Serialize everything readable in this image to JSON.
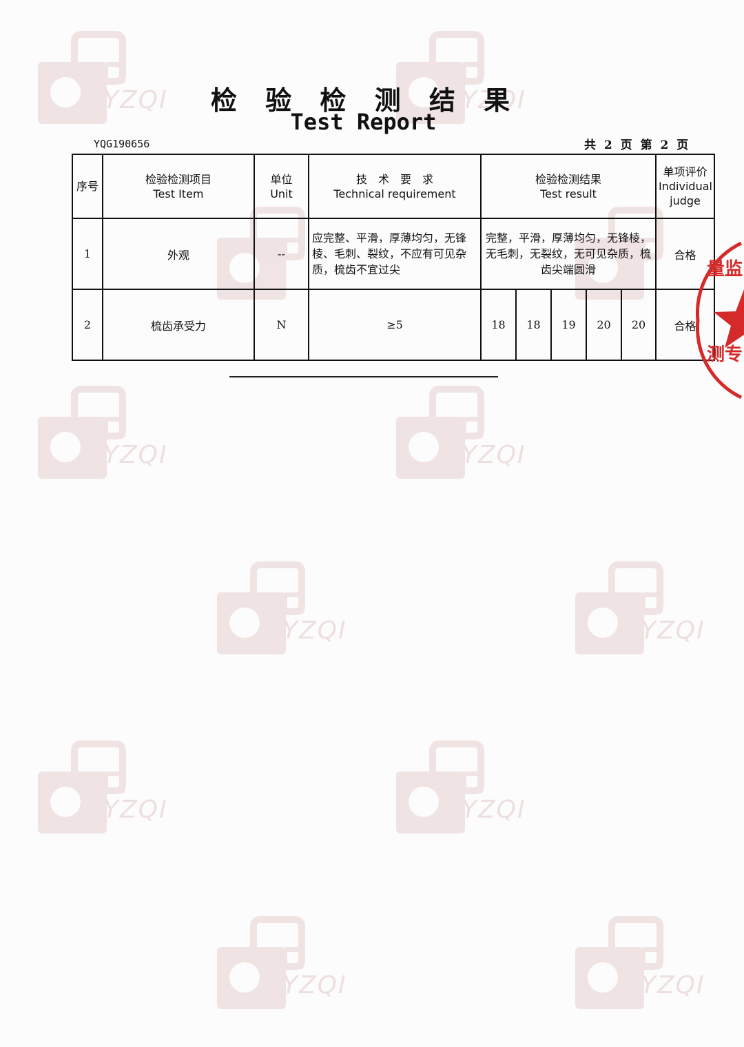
{
  "watermark": {
    "text": "YZQI",
    "color": "#e6cfcf"
  },
  "header": {
    "title_cn": "检 验 检 测 结 果",
    "title_en": "Test Report",
    "report_no": "YQG190656",
    "page_info": "共 2 页 第 2 页"
  },
  "table": {
    "headers": {
      "seq": "序号",
      "item_cn": "检验检测项目",
      "item_en": "Test Item",
      "unit_cn": "单位",
      "unit_en": "Unit",
      "req_cn": "技　术　要　求",
      "req_en": "Technical requirement",
      "result_cn": "检验检测结果",
      "result_en": "Test result",
      "judge_cn": "单项评价",
      "judge_en": "Individual judge"
    },
    "rows": [
      {
        "seq": "1",
        "item": "外观",
        "unit": "--",
        "requirement": "应完整、平滑，厚薄均匀，无锋棱、毛刺、裂纹，不应有可见杂质，梳齿不宜过尖",
        "result": "完整，平滑，厚薄均匀，无锋棱，无毛刺，无裂纹，无可见杂质，梳齿尖端圆滑",
        "judge": "合格"
      },
      {
        "seq": "2",
        "item": "梳齿承受力",
        "unit": "N",
        "requirement": "≥5",
        "results": [
          "18",
          "18",
          "19",
          "20",
          "20"
        ],
        "judge": "合格"
      }
    ]
  },
  "stamp": {
    "text_top": "量监",
    "text_bottom": "测专",
    "color": "#d42a2a"
  }
}
